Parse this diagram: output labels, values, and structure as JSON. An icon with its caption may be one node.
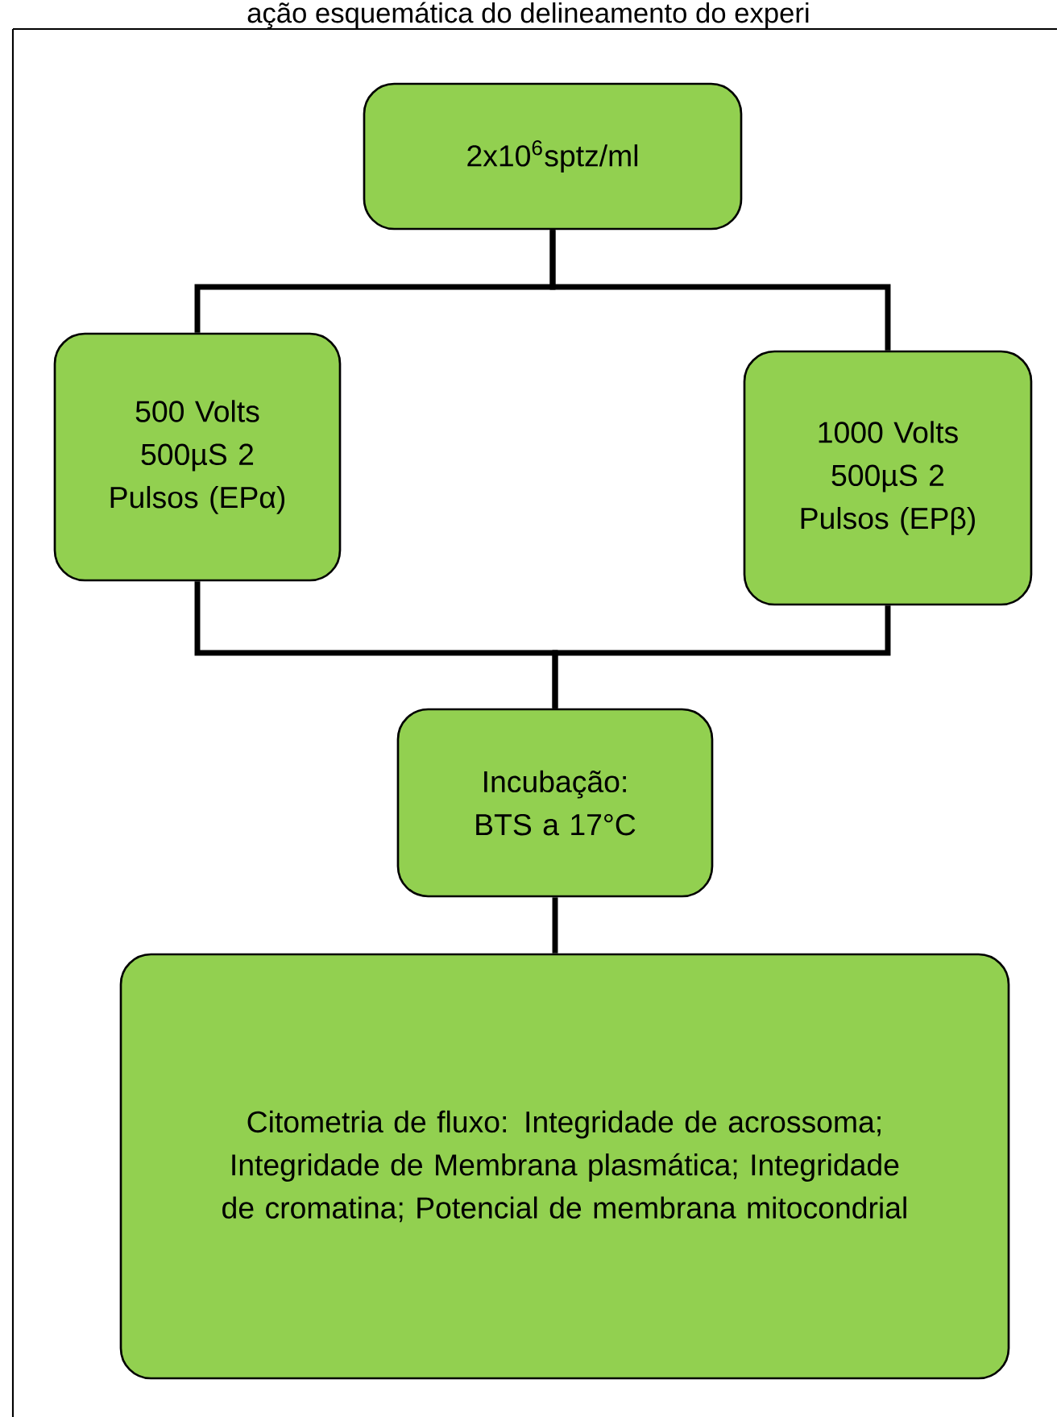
{
  "diagram": {
    "title": "ação esquemática do delineamento do experi",
    "nodes": [
      {
        "text": [
          "2x10$^{6}$sptz/ml"
        ]
      },
      {
        "text": [
          "500 Volts 500µS 2 Pulsos (EPα)"
        ]
      },
      {
        "text": [
          "1000 Volts 500µS 2 Pulsos (EPβ)"
        ]
      },
      {
        "text": [
          "Incubação: BTS a 17°C"
        ]
      },
      {
        "text": [
          "Citometria de fluxo: Integridade de acrossoma; Integridade de Membrana plasmática; Integridade de cromatina; Potencial de membrana mitocondrial"
        ]
      }
    ],
    "edges": [
      {
        "from": 0,
        "to": 1,
        "arrow": "none"
      },
      {
        "from": 0,
        "to": 2,
        "arrow": "none"
      },
      {
        "from": 1,
        "to": 3,
        "arrow": "none"
      },
      {
        "from": 2,
        "to": 3,
        "arrow": "none"
      },
      {
        "from": 3,
        "to": 4,
        "arrow": "none"
      }
    ]
  }
}
